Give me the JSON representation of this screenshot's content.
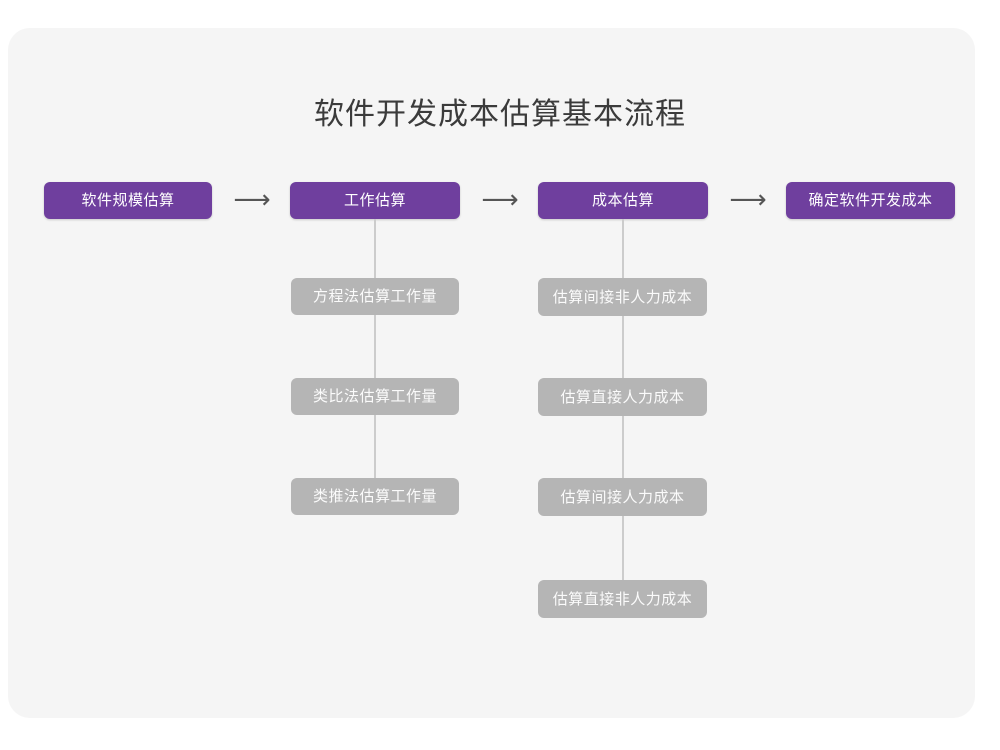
{
  "page": {
    "title": "软件开发成本估算基本流程",
    "background_color": "#ffffff",
    "card_color": "#f5f5f5",
    "primary_color": "#6f3f9e",
    "secondary_color": "#b5b5b5",
    "title_color": "#3b3b3b",
    "connector_color": "#cccccc",
    "arrow_glyph": "⟶"
  },
  "flow": {
    "main_steps": [
      {
        "label": "软件规模估算"
      },
      {
        "label": "工作估算"
      },
      {
        "label": "成本估算"
      },
      {
        "label": "确定软件开发成本"
      }
    ],
    "arrows": [
      {
        "glyph": "⟶"
      },
      {
        "glyph": "⟶"
      },
      {
        "glyph": "⟶"
      }
    ],
    "branches": [
      {
        "parent": "工作估算",
        "items": [
          {
            "label": "方程法估算工作量"
          },
          {
            "label": "类比法估算工作量"
          },
          {
            "label": "类推法估算工作量"
          }
        ]
      },
      {
        "parent": "成本估算",
        "items": [
          {
            "label": "估算间接非人力成本"
          },
          {
            "label": "估算直接人力成本"
          },
          {
            "label": "估算间接人力成本"
          },
          {
            "label": "估算直接非人力成本"
          }
        ]
      }
    ]
  }
}
